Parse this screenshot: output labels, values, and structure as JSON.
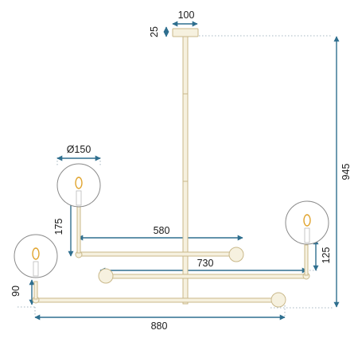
{
  "diagram": {
    "dimensions": {
      "canopy_width": "100",
      "canopy_height": "25",
      "total_height": "945",
      "globe_diameter": "Ø150",
      "arm_offset_upper": "175",
      "arm_width_upper": "580",
      "arm_width_middle": "730",
      "arm_offset_right": "125",
      "arm_offset_lower": "90",
      "total_width": "880"
    },
    "colors": {
      "dimension_line": "#2f6f8f",
      "metal": "#c9b88a",
      "metal_fill": "#f6f1df",
      "globe_stroke": "#8a8a8a",
      "bulb": "#e0a32c",
      "guide": "#8aa0ad"
    }
  }
}
